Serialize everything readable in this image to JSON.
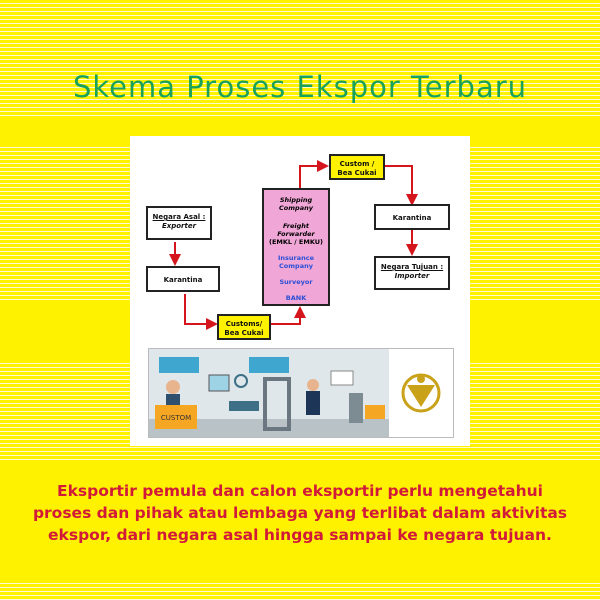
{
  "title": "Skema Proses Ekspor Terbaru",
  "diagram": {
    "negara_asal": {
      "label": "Negara Asal :",
      "sub": "Exporter"
    },
    "karantina_left": "Karantina",
    "customs_bottom": {
      "line1": "Customs/",
      "line2": "Bea Cukai"
    },
    "center": {
      "shipping": "Shipping Company",
      "freight": "Freight Forwarder",
      "emkl": "(EMKL / EMKU)",
      "insurance": "Insurance Company",
      "surveyor": "Surveyor",
      "bank": "BANK"
    },
    "customs_top": {
      "line1": "Custom /",
      "line2": "Bea Cukai"
    },
    "karantina_right": "Karantina",
    "negara_tujuan": {
      "label": "Negara Tujuan :",
      "sub": "Importer"
    }
  },
  "illustration": {
    "custom_sign": "CUSTOM"
  },
  "caption": "Eksportir pemula dan calon eksportir perlu mengetahui proses dan pihak atau lembaga yang terlibat dalam aktivitas ekspor, dari negara asal hingga sampai ke negara tujuan.",
  "colors": {
    "background": "#fff200",
    "title": "#1aa25a",
    "caption": "#d11a3a",
    "arrow": "#d4161c",
    "center_box": "#f0a6d6"
  }
}
